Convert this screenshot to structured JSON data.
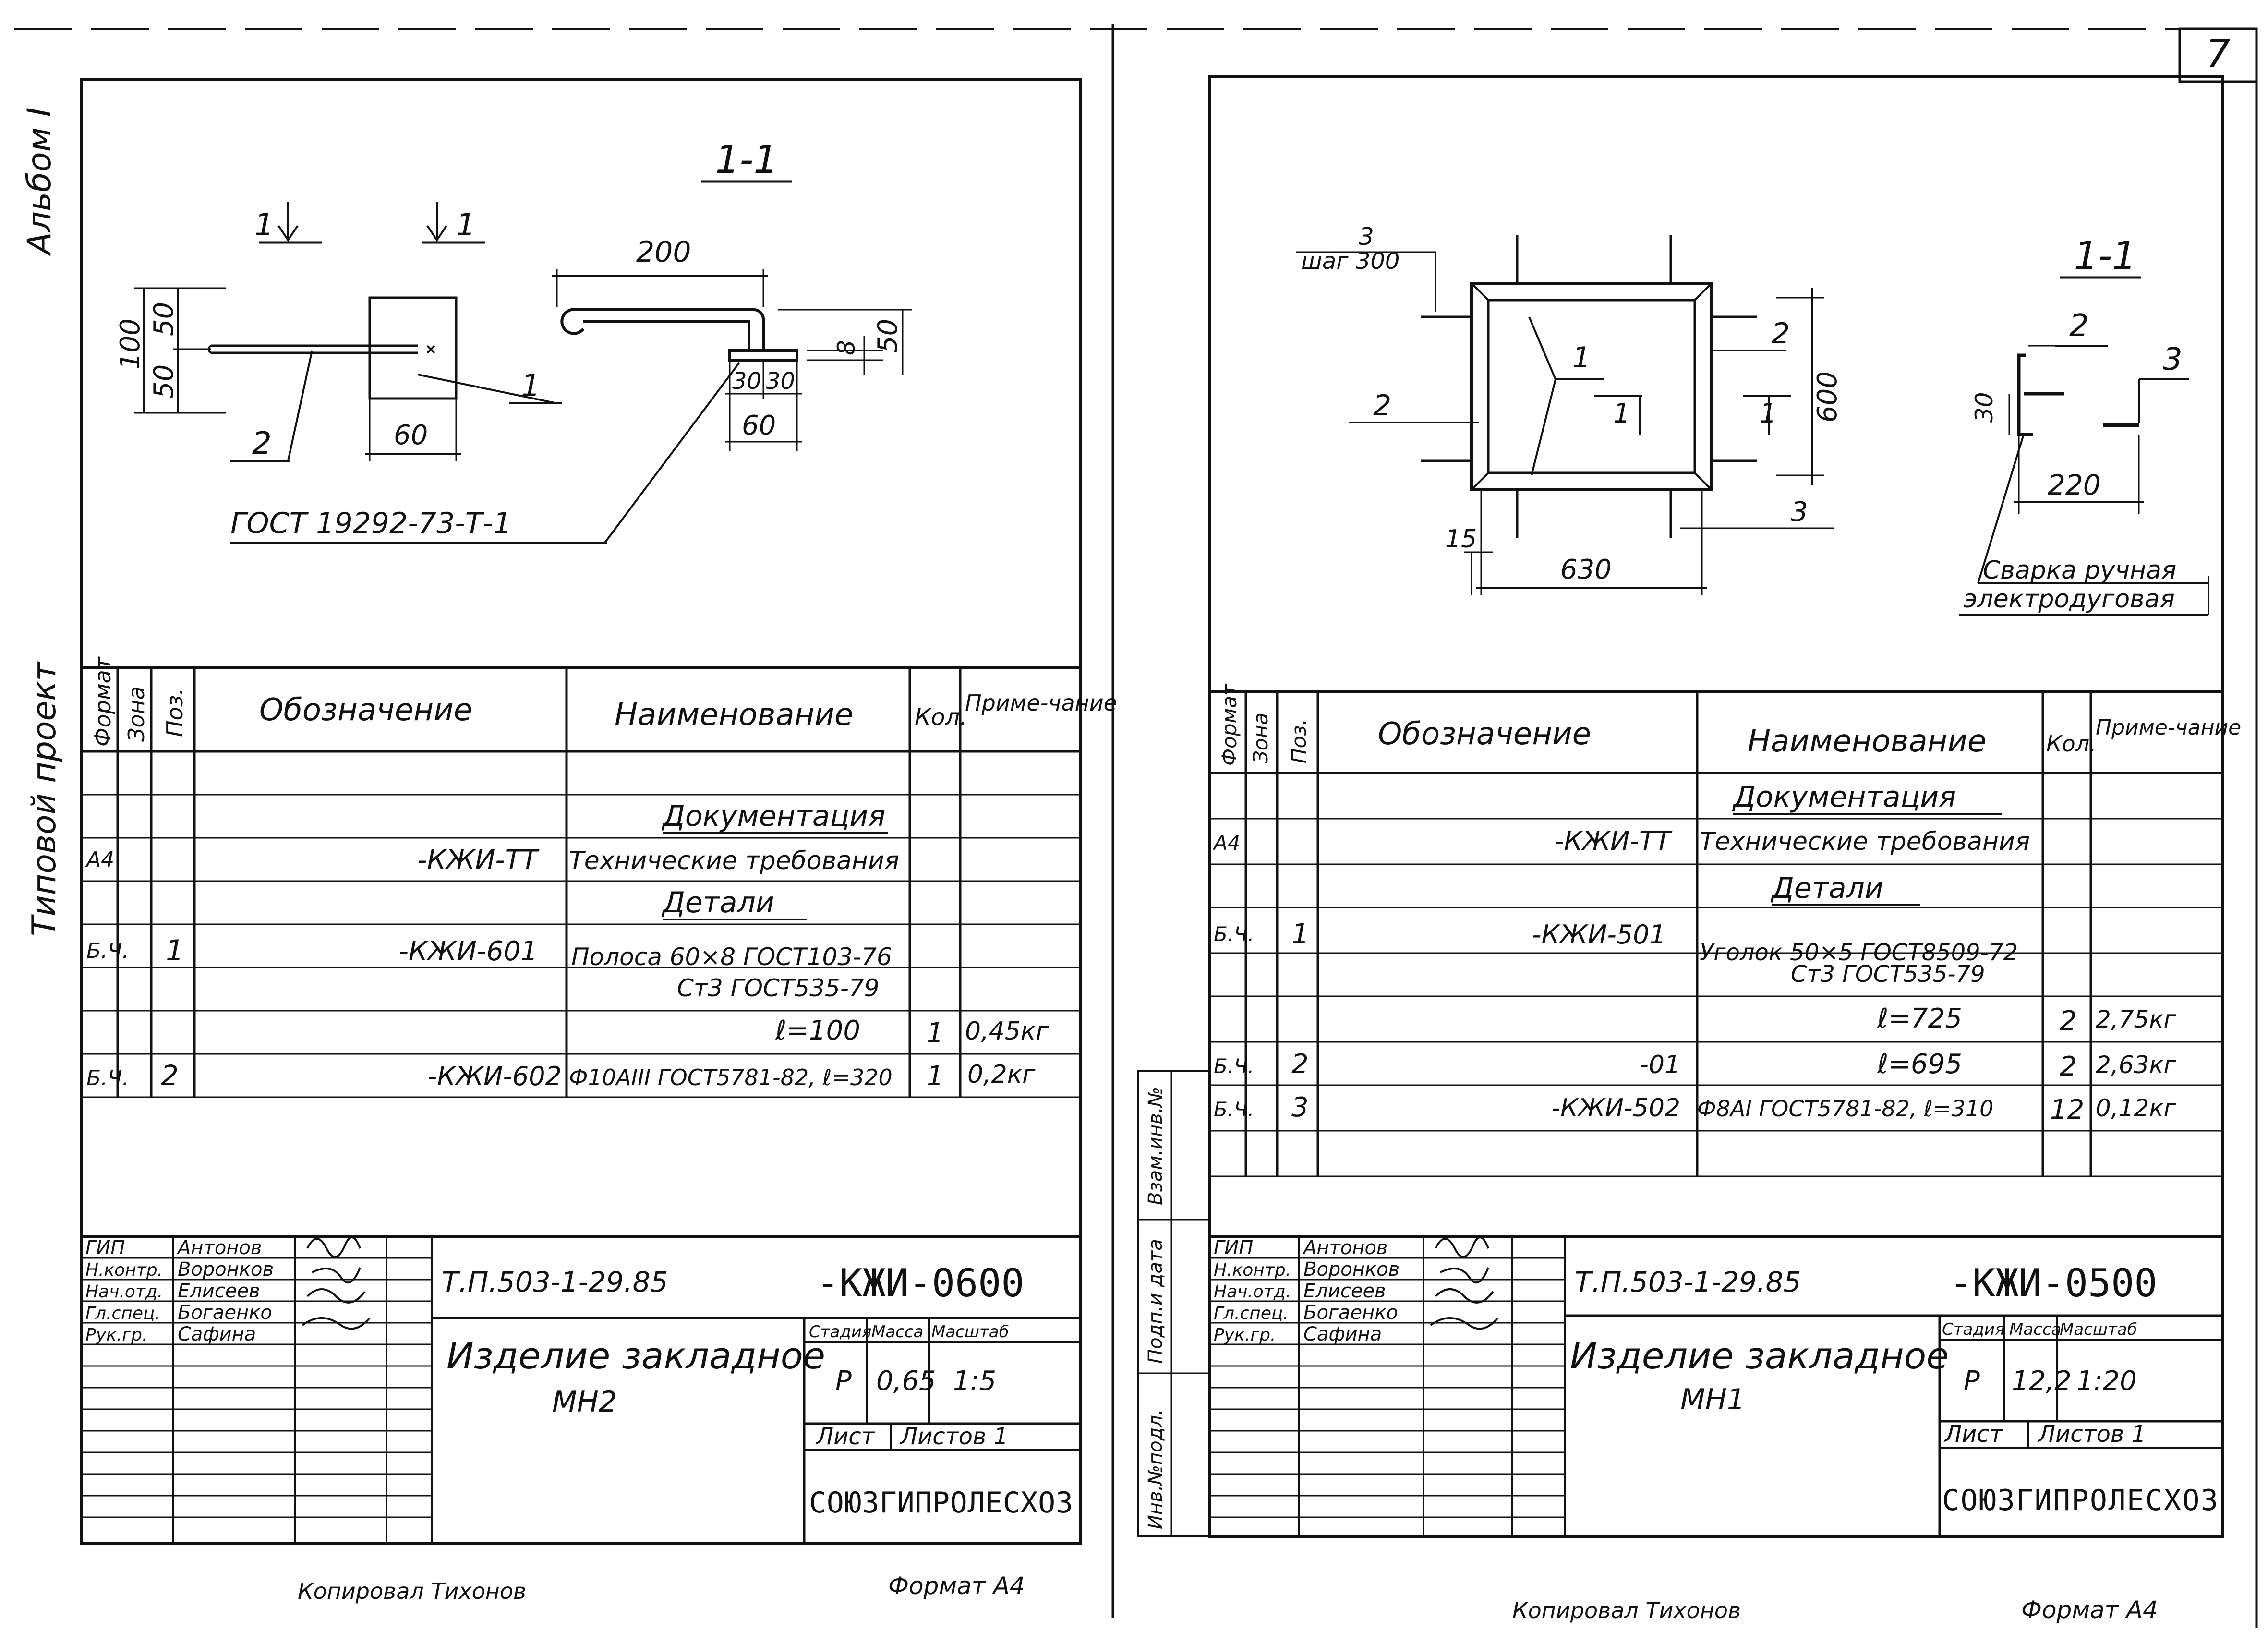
{
  "page_number": "7",
  "side_labels": {
    "left_top": "Альбом I",
    "left_mid": "Типовой проект"
  },
  "sheet_left": {
    "section_title": "1-1",
    "section_arrow_left": "1",
    "section_arrow_right": "1",
    "dims": {
      "d100": "100",
      "d50a": "50",
      "d50b": "50",
      "d60": "60",
      "d200": "200",
      "d8": "8",
      "d50c": "50",
      "d30a": "30",
      "d30b": "30",
      "d60b": "60"
    },
    "callout_1": "1",
    "callout_2": "2",
    "gost_note": "ГОСТ 19292-73-Т-1",
    "spec_headers": [
      "Формат",
      "Зона",
      "Поз.",
      "Обозначение",
      "Наименование",
      "Кол.",
      "Приме-чание"
    ],
    "rows": [
      {
        "fmt": "",
        "pos": "",
        "des": "",
        "name": "Документация",
        "qty": "",
        "note": "",
        "underline": true
      },
      {
        "fmt": "А4",
        "pos": "",
        "des": "-КЖИ-ТТ",
        "name": "Технические требования",
        "qty": "",
        "note": ""
      },
      {
        "fmt": "",
        "pos": "",
        "des": "",
        "name": "Детали",
        "qty": "",
        "note": "",
        "underline": true
      },
      {
        "fmt": "Б.Ч.",
        "pos": "1",
        "des": "-КЖИ-601",
        "name": "Полоса 60×8 ГОСТ103-76",
        "qty": "",
        "note": ""
      },
      {
        "fmt": "",
        "pos": "",
        "des": "",
        "name": "Ст3 ГОСТ535-79",
        "qty": "",
        "note": ""
      },
      {
        "fmt": "",
        "pos": "",
        "des": "",
        "name": "ℓ=100",
        "qty": "1",
        "note": "0,45кг"
      },
      {
        "fmt": "Б.Ч.",
        "pos": "2",
        "des": "-КЖИ-602",
        "name": "Ф10АIII ГОСТ5781-82, ℓ=320",
        "qty": "1",
        "note": "0,2кг"
      }
    ],
    "signatures": [
      {
        "role": "ГИП",
        "name": "Антонов"
      },
      {
        "role": "Н.контр.",
        "name": "Воронков"
      },
      {
        "role": "Нач.отд.",
        "name": "Елисеев"
      },
      {
        "role": "Гл.спец.",
        "name": "Богаенко"
      },
      {
        "role": "Рук.гр.",
        "name": "Сафина"
      }
    ],
    "project_code": "Т.П.503-1-29.85",
    "doc_code": "-КЖИ-0600",
    "title_line1": "Изделие закладное",
    "title_line2": "МН2",
    "stage_label": "Стадия",
    "mass_label": "Масса",
    "scale_label": "Масштаб",
    "stage": "Р",
    "mass": "0,65",
    "scale": "1:5",
    "sheet_label": "Лист",
    "sheets_label": "Листов 1",
    "org": "СОЮЗГИПРОЛЕСХОЗ",
    "copied_by": "Копировал Тихонов",
    "format": "Формат А4"
  },
  "sheet_right": {
    "section_title": "1-1",
    "dims": {
      "pitch_top": "3",
      "pitch": "шаг 300",
      "d600": "600",
      "d15": "15",
      "d630": "630",
      "d3": "3",
      "d30": "30",
      "d220": "220"
    },
    "callouts": {
      "c1": "1",
      "c2a": "2",
      "c2b": "2",
      "c2s": "2",
      "c3s": "3",
      "sec1a": "1",
      "sec1b": "1"
    },
    "weld_note_1": "Сварка ручная",
    "weld_note_2": "электродуговая",
    "spec_headers": [
      "Формат",
      "Зона",
      "Поз.",
      "Обозначение",
      "Наименование",
      "Кол.",
      "Приме-чание"
    ],
    "rows": [
      {
        "fmt": "",
        "pos": "",
        "des": "",
        "name": "Документация",
        "qty": "",
        "note": "",
        "underline": true
      },
      {
        "fmt": "А4",
        "pos": "",
        "des": "-КЖИ-ТТ",
        "name": "Технические требования",
        "qty": "",
        "note": ""
      },
      {
        "fmt": "",
        "pos": "",
        "des": "",
        "name": "Детали",
        "qty": "",
        "note": "",
        "underline": true
      },
      {
        "fmt": "Б.Ч.",
        "pos": "1",
        "des": "-КЖИ-501",
        "name": "Уголок 50×5 ГОСТ8509-72",
        "qty": "",
        "note": ""
      },
      {
        "fmt": "",
        "pos": "",
        "des": "",
        "name": "Ст3 ГОСТ535-79",
        "qty": "",
        "note": ""
      },
      {
        "fmt": "",
        "pos": "",
        "des": "",
        "name": "ℓ=725",
        "qty": "2",
        "note": "2,75кг"
      },
      {
        "fmt": "Б.Ч.",
        "pos": "2",
        "des": "-01",
        "name": "ℓ=695",
        "qty": "2",
        "note": "2,63кг"
      },
      {
        "fmt": "Б.Ч.",
        "pos": "3",
        "des": "-КЖИ-502",
        "name": "Ф8АI ГОСТ5781-82, ℓ=310",
        "qty": "12",
        "note": "0,12кг"
      }
    ],
    "signatures": [
      {
        "role": "ГИП",
        "name": "Антонов"
      },
      {
        "role": "Н.контр.",
        "name": "Воронков"
      },
      {
        "role": "Нач.отд.",
        "name": "Елисеев"
      },
      {
        "role": "Гл.спец.",
        "name": "Богаенко"
      },
      {
        "role": "Рук.гр.",
        "name": "Сафина"
      }
    ],
    "project_code": "Т.П.503-1-29.85",
    "doc_code": "-КЖИ-0500",
    "title_line1": "Изделие закладное",
    "title_line2": "МН1",
    "stage_label": "Стадия",
    "mass_label": "Масса",
    "scale_label": "Масштаб",
    "stage": "Р",
    "mass": "12,2",
    "scale": "1:20",
    "sheet_label": "Лист",
    "sheets_label": "Листов 1",
    "org": "СОЮЗГИПРОЛЕСХОЗ",
    "stamp_labels": [
      "Взам.инв.№",
      "Подп.и дата",
      "Инв.№подл."
    ],
    "copied_by": "Копировал Тихонов",
    "format": "Формат А4"
  }
}
